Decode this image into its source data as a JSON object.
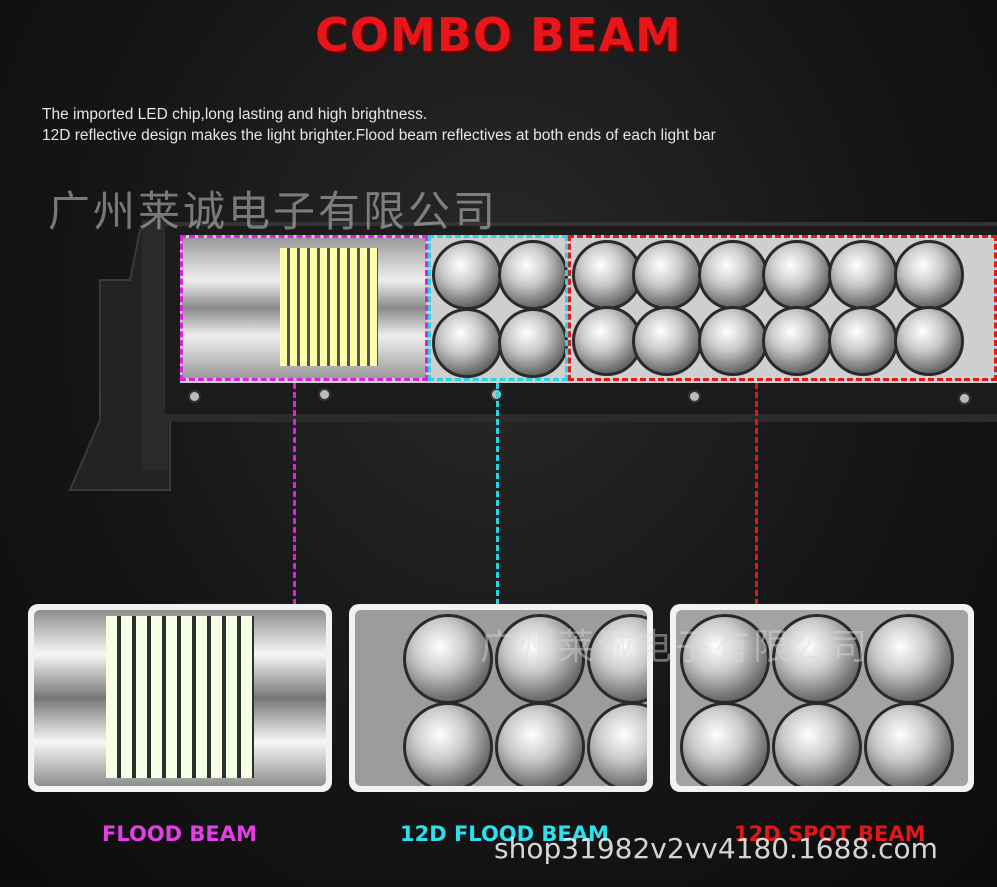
{
  "title": "COMBO BEAM",
  "description": {
    "line1": "The imported LED chip,long lasting and high brightness.",
    "line2": "12D reflective design makes the light brighter.Flood beam reflectives at both ends of each light bar"
  },
  "watermarks": {
    "chinese": "广州莱诚电子有限公司",
    "url": "shop31982v2vv4180.1688.com"
  },
  "beams": [
    {
      "label": "FLOOD BEAM",
      "color": "#e43ee6"
    },
    {
      "label": "12D FLOOD BEAM",
      "color": "#2ee0ee"
    },
    {
      "label": "12D SPOT BEAM",
      "color": "#e01818"
    }
  ]
}
